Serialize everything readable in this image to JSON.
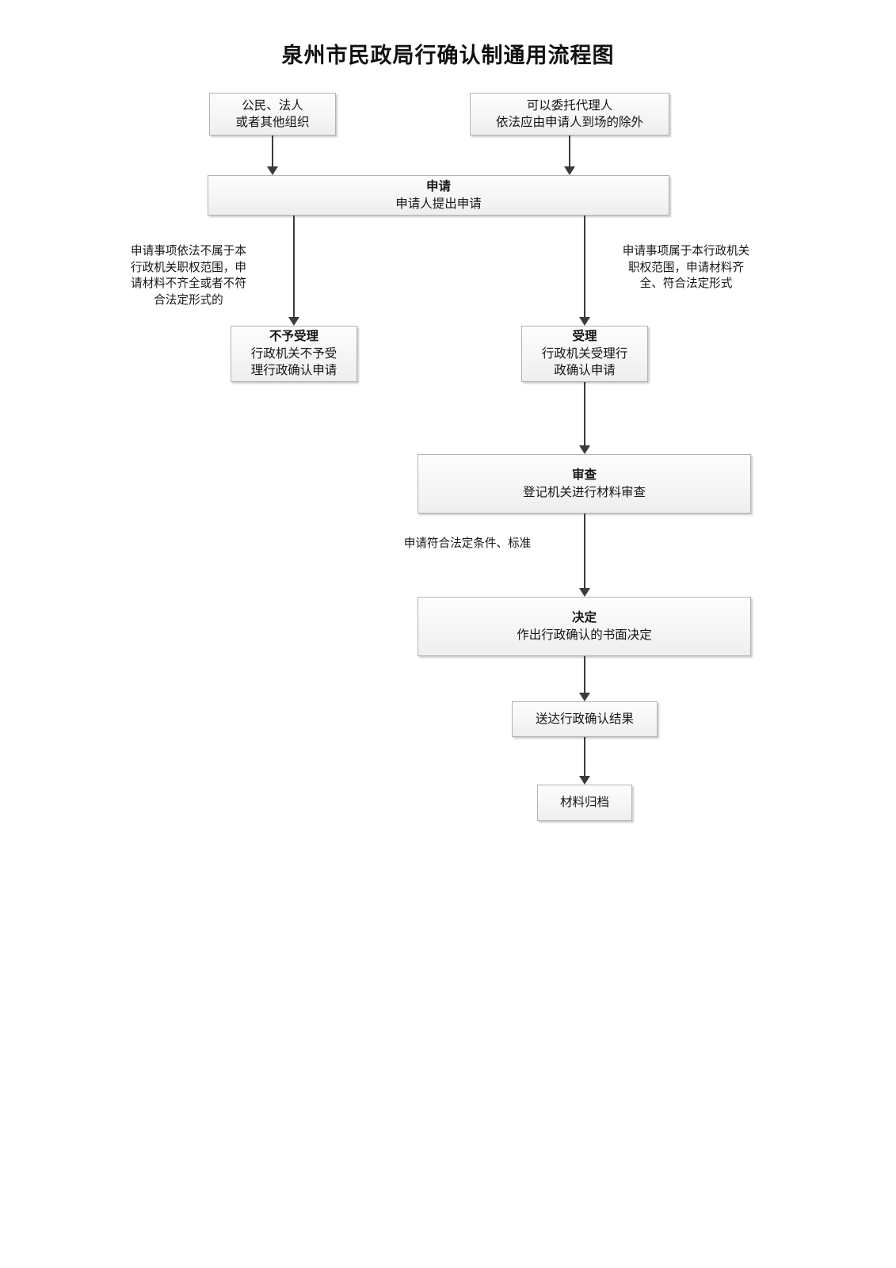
{
  "document": {
    "title": "泉州市民政局行确认制通用流程图"
  },
  "nodes": [
    {
      "id": "applicant",
      "name": "node-applicant",
      "lines": [
        "公民、法人",
        "或者其他组织"
      ],
      "bold_first": false
    },
    {
      "id": "agent",
      "name": "node-agent",
      "lines": [
        "可以委托代理人",
        "依法应由申请人到场的除外"
      ],
      "bold_first": false
    },
    {
      "id": "application",
      "name": "node-application",
      "lines": [
        "申请",
        "申请人提出申请"
      ],
      "bold_first": true
    },
    {
      "id": "reject",
      "name": "node-not-accepted",
      "lines": [
        "不予受理",
        "行政机关不予受",
        "理行政确认申请"
      ],
      "bold_first": true
    },
    {
      "id": "accept",
      "name": "node-accepted",
      "lines": [
        "受理",
        "行政机关受理行",
        "政确认申请"
      ],
      "bold_first": true
    },
    {
      "id": "review",
      "name": "node-review",
      "lines": [
        "审查",
        "登记机关进行材料审查"
      ],
      "bold_first": true
    },
    {
      "id": "decision",
      "name": "node-decision",
      "lines": [
        "决定",
        "作出行政确认的书面决定"
      ],
      "bold_first": true
    },
    {
      "id": "deliver",
      "name": "node-deliver-result",
      "lines": [
        "送达行政确认结果"
      ],
      "bold_first": false
    },
    {
      "id": "archive",
      "name": "node-archive",
      "lines": [
        "材料归档"
      ],
      "bold_first": false
    }
  ],
  "edge_labels": {
    "left_branch": "申请事项依法不属于本\n行政机关职权范围，申\n请材料不齐全或者不符\n合法定形式的",
    "right_branch": "申请事项属于本行政机关\n职权范围，申请材料齐\n全、符合法定形式",
    "review_to_decision": "申请符合法定条件、标准"
  },
  "colors": {
    "node_border": "#b3b3b3",
    "node_fill_top": "#fdfdfd",
    "node_fill_bottom": "#eeeeee",
    "connector": "#3b3b3b",
    "text": "#151515",
    "page_background": "#ffffff"
  }
}
